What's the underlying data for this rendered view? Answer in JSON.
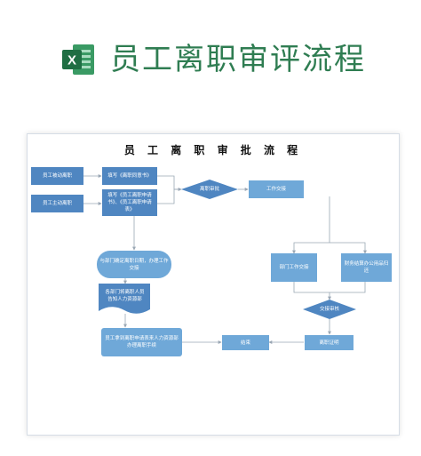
{
  "header": {
    "title": "员工离职审评流程",
    "icon": "excel-icon",
    "icon_letter": "X",
    "accent_color": "#2f7d52"
  },
  "diagram": {
    "title": "员 工 离 职 审 批 流 程",
    "nodes": {
      "dismissed": "员工被动离职",
      "resign": "员工主动离职",
      "fill_consent": "填写《离职同意书》",
      "fill_forms": "填写《员工离职申请书》、《员工离职申请表》",
      "approval": "离职审批",
      "handover": "工作交接",
      "confirm_date": "与部门确定离职日期，办理工作交接",
      "notify_hr": "各部门将离职人员告知人力资源部",
      "dept_handover": "部门工作交接",
      "finance": "财务结算办公用品归还",
      "handover_review": "交接审核",
      "certificate": "离职证明",
      "end": "结束",
      "hr_procedure": "员工拿到离职申请表来人力资源部办理离职手续"
    },
    "colors": {
      "node_light": "#6fa8d8",
      "node_dark": "#4f86c1",
      "connector": "#9aa7b4"
    }
  }
}
